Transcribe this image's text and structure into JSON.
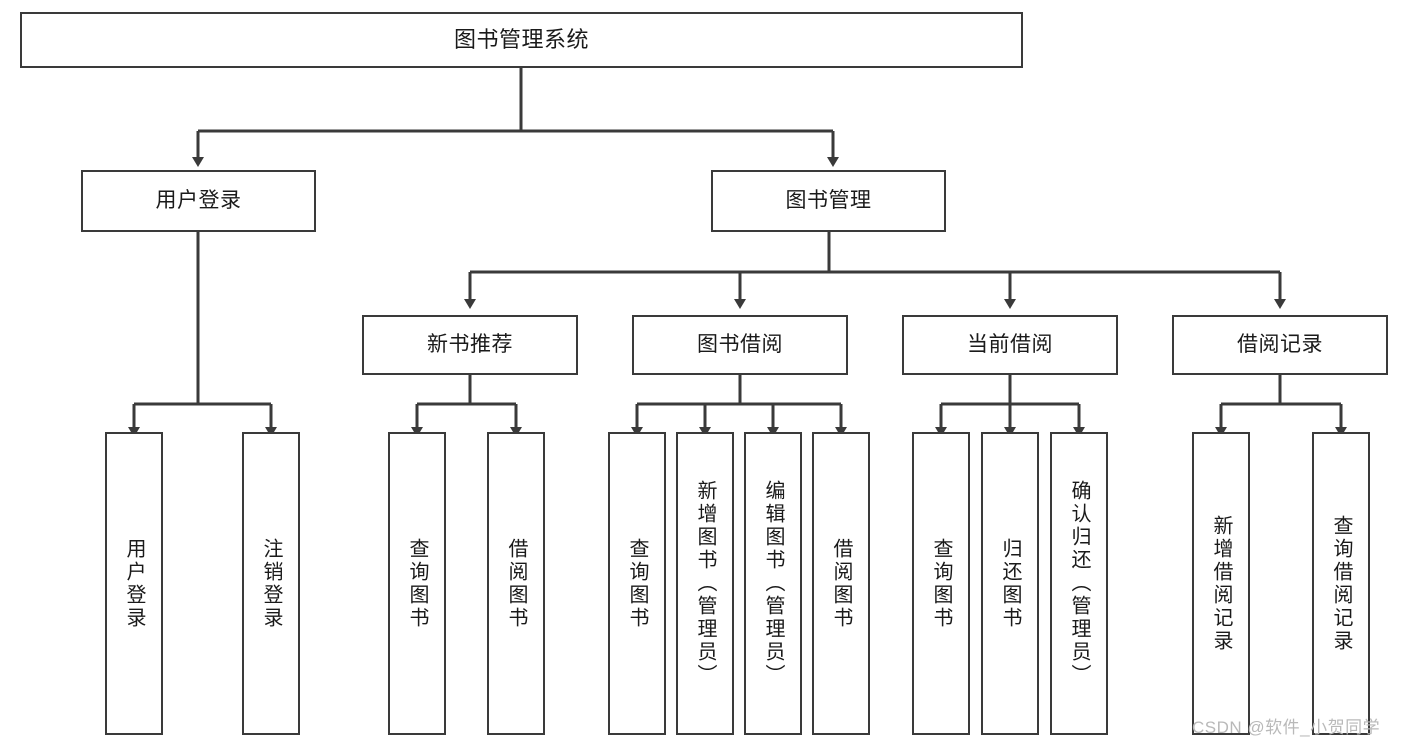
{
  "diagram": {
    "title": "图书管理系统",
    "type": "tree-hierarchy-diagram",
    "colors": {
      "box_border": "#3a3a3a",
      "box_fill": "#ffffff",
      "connector": "#3a3a3a",
      "text": "#1a1a1a",
      "watermark": "#b9b9b9"
    },
    "nodes": {
      "root": {
        "label": "图书管理系统"
      },
      "level2": [
        {
          "id": "user-login",
          "label": "用户登录"
        },
        {
          "id": "book-management",
          "label": "图书管理"
        }
      ],
      "level3": [
        {
          "id": "new-book-recommend",
          "label": "新书推荐"
        },
        {
          "id": "book-borrow",
          "label": "图书借阅"
        },
        {
          "id": "current-borrow",
          "label": "当前借阅"
        },
        {
          "id": "borrow-record",
          "label": "借阅记录"
        }
      ],
      "leaves_user_login": [
        {
          "id": "leaf-user-login",
          "label": "用户登录"
        },
        {
          "id": "leaf-logout",
          "label": "注销登录"
        }
      ],
      "leaves_new_book_recommend": [
        {
          "id": "leaf-query-book-1",
          "label": "查询图书"
        },
        {
          "id": "leaf-borrow-book-1",
          "label": "借阅图书"
        }
      ],
      "leaves_book_borrow": [
        {
          "id": "leaf-query-book-2",
          "label": "查询图书"
        },
        {
          "id": "leaf-add-book",
          "label": "新增图书（管理员）"
        },
        {
          "id": "leaf-edit-book",
          "label": "编辑图书（管理员）"
        },
        {
          "id": "leaf-borrow-book-2",
          "label": "借阅图书"
        }
      ],
      "leaves_current_borrow": [
        {
          "id": "leaf-query-book-3",
          "label": "查询图书"
        },
        {
          "id": "leaf-return-book",
          "label": "归还图书"
        },
        {
          "id": "leaf-confirm-return",
          "label": "确认归还（管理员）"
        }
      ],
      "leaves_borrow_record": [
        {
          "id": "leaf-add-record",
          "label": "新增借阅记录"
        },
        {
          "id": "leaf-query-record",
          "label": "查询借阅记录"
        }
      ]
    },
    "watermark": "CSDN @软件_小贺同学"
  }
}
